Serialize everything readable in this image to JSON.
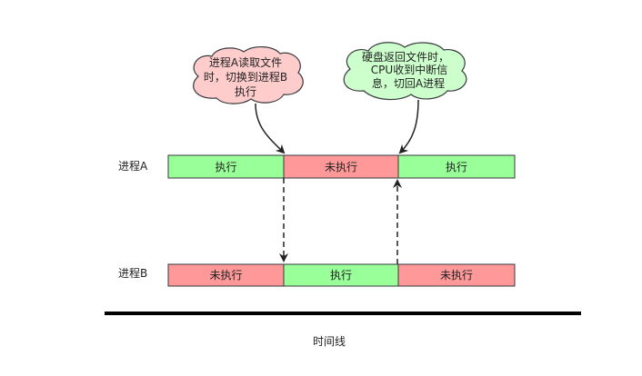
{
  "process_a": {
    "label": "进程A",
    "segments": [
      {
        "text": "执行",
        "state": "run"
      },
      {
        "text": "未执行",
        "state": "idle"
      },
      {
        "text": "执行",
        "state": "run"
      }
    ]
  },
  "process_b": {
    "label": "进程B",
    "segments": [
      {
        "text": "未执行",
        "state": "idle"
      },
      {
        "text": "执行",
        "state": "run"
      },
      {
        "text": "未执行",
        "state": "idle"
      }
    ]
  },
  "callout_read": {
    "lines": [
      "进程A读取文件",
      "时，切换到进程B",
      "执行"
    ]
  },
  "callout_disk": {
    "lines": [
      "硬盘返回文件时，",
      "CPU收到中断信",
      "息，切回A进程"
    ]
  },
  "timeline": {
    "label": "时间线"
  },
  "colors": {
    "run": "#99ff99",
    "idle": "#ff9999",
    "cloud_pink": "#ffcccc",
    "cloud_green": "#ccffcc",
    "stroke": "#36393d"
  }
}
